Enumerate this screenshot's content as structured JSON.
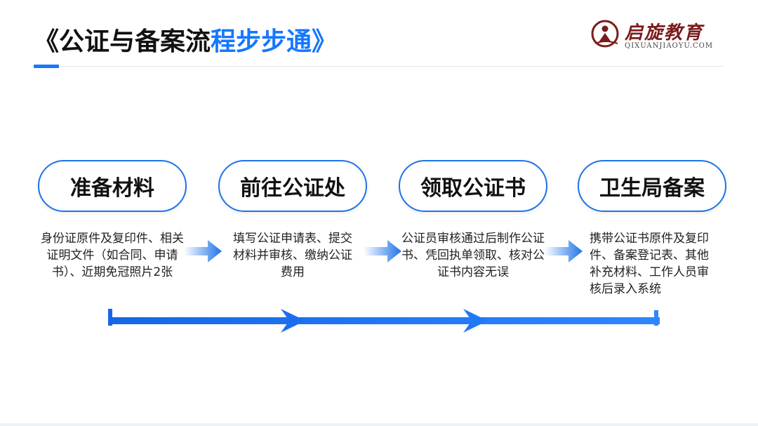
{
  "slide": {
    "title_main": "《公证与备案流",
    "title_accent": "程步步通》",
    "brand": {
      "name": "启旋教育",
      "subtitle": "QIXUANJIAOYU.COM",
      "icon": "person-logo-icon"
    },
    "colors": {
      "accent": "#1677ff",
      "pill_border": "#1e73e8",
      "brand": "#7a1c1c"
    },
    "steps": [
      {
        "label": "准备材料",
        "description": "身份证原件及复印件、相关证明文件（如合同、申请书）、近期免冠照片2张"
      },
      {
        "label": "前往公证处",
        "description": "填写公证申请表、提交材料并审核、缴纳公证费用"
      },
      {
        "label": "领取公证书",
        "description": "公证员审核通过后制作公证书、凭回执单领取、核对公证书内容无误"
      },
      {
        "label": "卫生局备案",
        "description": "携带公证书原件及复印件、备案登记表、其他补充材料、工作人员审核后录入系统"
      }
    ],
    "arrows": {
      "between_steps": "gradient-right-arrow-icon",
      "bottom_flow": "flow-chevron-arrow-icon"
    }
  }
}
